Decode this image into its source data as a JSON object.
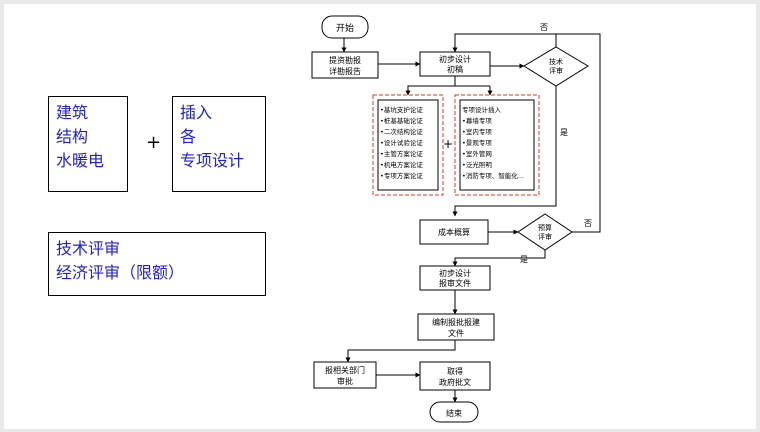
{
  "left_panel": {
    "box1_lines": [
      "建筑",
      "结构",
      "水暖电"
    ],
    "plus": "+",
    "box2_lines": [
      "插入",
      "各",
      "专项设计"
    ],
    "box3_lines": [
      "技术评审",
      "经济评审（限额）"
    ]
  },
  "flowchart": {
    "start": "开始",
    "input_docs": [
      "提资勘报",
      "详勘报告"
    ],
    "prelim_design": [
      "初步设计",
      "初稿"
    ],
    "tech_review": [
      "技术",
      "评审"
    ],
    "no_label_top": "否",
    "yes_label_1": "是",
    "optimization_items": [
      "•基坑支护论证",
      "•桩基基础论证",
      "•二次结构论证",
      "•设计试验论证",
      "•主管方案论证",
      "•机电方案论证",
      "•专项方案论证"
    ],
    "plus": "+",
    "special_items": [
      "专项设计插入",
      "•幕墙专项",
      "•室内专项",
      "•景观专项",
      "•室外管网",
      "•泛光照明",
      "•消防专项、智能化..."
    ],
    "cost_estimate": "成本概算",
    "econ_review": [
      "预算",
      "评审"
    ],
    "no_label_right": "否",
    "yes_label_2": "是",
    "prelim_review_docs": [
      "初步设计",
      "报审文件"
    ],
    "submit_docs": [
      "编制报批报建",
      "文件"
    ],
    "dept_approval": [
      "报相关部门",
      "审批"
    ],
    "govt_reply": [
      "取得",
      "政府批文"
    ],
    "end": "结束"
  }
}
